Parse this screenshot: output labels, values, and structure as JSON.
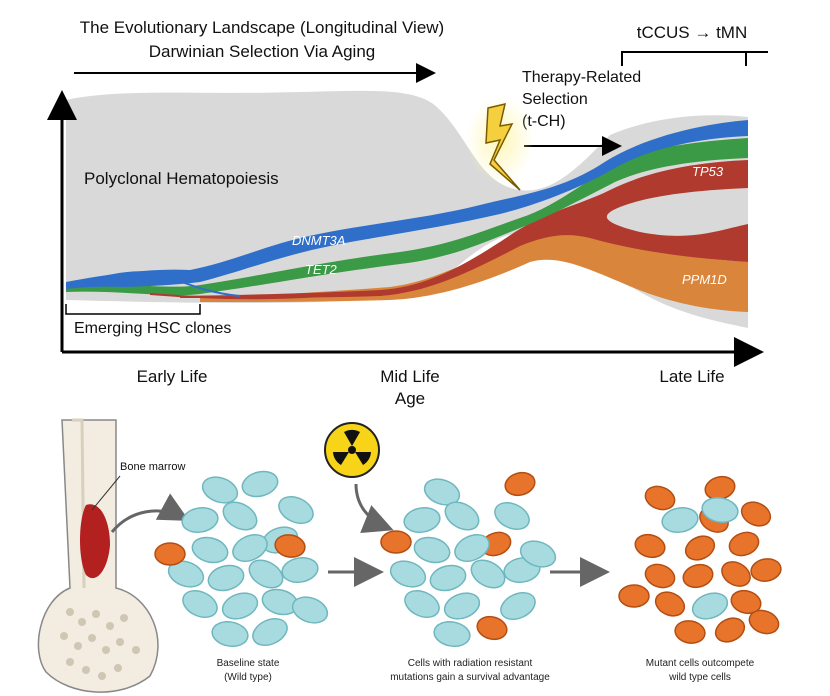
{
  "landscape": {
    "title": "The Evolutionary Landscape (Longitudinal View)",
    "subtitle": "Darwinian Selection Via Aging",
    "therapy_label": [
      "Therapy-Related",
      "Selection",
      "(t-CH)"
    ],
    "bracket_label": "tCCUS → tMN",
    "polyclonal_label": "Polyclonal Hematopoiesis",
    "emerging_label": "Emerging HSC clones",
    "genes": [
      "DNMT3A",
      "TET2",
      "TP53",
      "PPM1D"
    ],
    "x_ticks": [
      "Early Life",
      "Mid Life",
      "Late Life"
    ],
    "x_axis_label": "Age",
    "colors": {
      "background": "#d9d9d9",
      "dnmt3a": "#2f6fca",
      "tet2": "#3b9a45",
      "tp53": "#b03a2e",
      "ppm1d": "#d9853b",
      "lightning": "#f4d03f"
    },
    "icons": [
      "lightning-icon"
    ]
  },
  "experiment": {
    "bone_marrow_label": "Bone marrow",
    "icons": [
      "bone-icon",
      "radiation-icon"
    ],
    "panels": [
      {
        "caption": [
          "Baseline state",
          "(Wild type)"
        ]
      },
      {
        "caption": [
          "Cells with radiation resistant",
          "mutations gain a survival advantage"
        ]
      },
      {
        "caption": [
          "Mutant cells outcompete",
          "wild type cells"
        ]
      }
    ],
    "colors": {
      "wild_type": "#a8dbe0",
      "mutant": "#e8742c",
      "marrow": "#b32020"
    }
  }
}
